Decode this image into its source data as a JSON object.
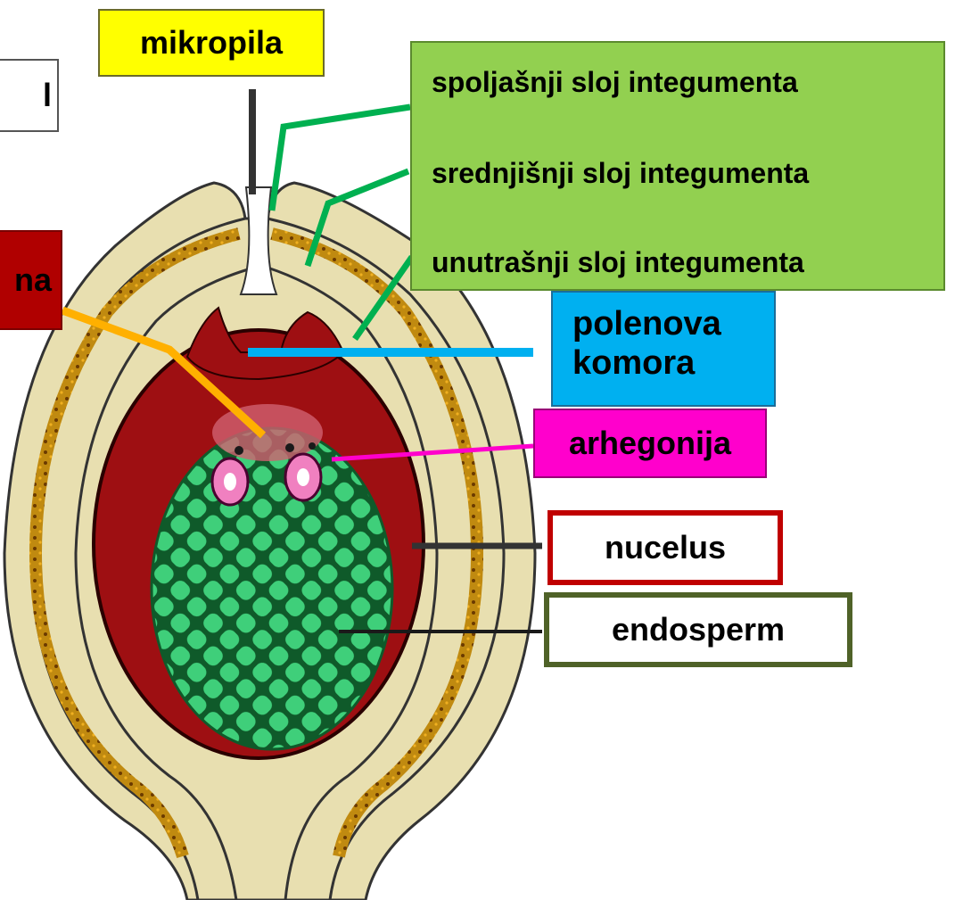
{
  "labels": {
    "mikropila": "mikropila",
    "partial_white": "l",
    "partial_red": "na",
    "integument_outer": "spoljašnji sloj integumenta",
    "integument_middle": "srednjišnji sloj integumenta",
    "integument_inner": "unutrašnji sloj integumenta",
    "pollen_chamber_line1": "polenova",
    "pollen_chamber_line2": "komora",
    "archegonia": "arhegonija",
    "nucellus": "nucelus",
    "endosperm": "endosperm"
  },
  "colors": {
    "integument": "#e8dfb0",
    "integument_dark_stripe": "#c08a10",
    "nucellus": "#9e0f12",
    "endosperm": "#3fcf7a",
    "endosperm_grid": "#0f5a2a",
    "archegonia_pink": "#f080c0",
    "mikropila_box": "#ffff00",
    "integument_box": "#92d050",
    "pollen_chamber_box": "#00b0f0",
    "archegonia_box": "#ff00cc",
    "nucellus_border": "#c00000",
    "endosperm_border": "#4f6228"
  }
}
